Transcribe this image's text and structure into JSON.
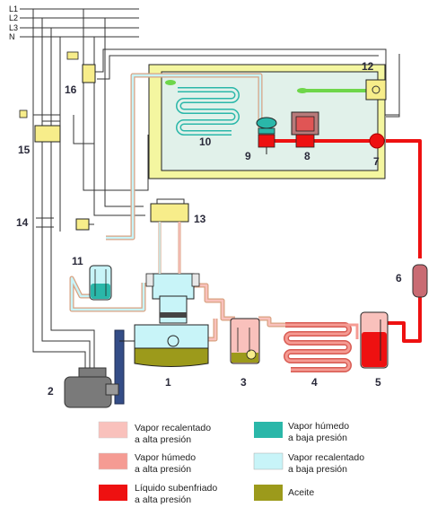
{
  "line_labels": [
    "L1",
    "L2",
    "L3",
    "N"
  ],
  "component_numbers": [
    "1",
    "2",
    "3",
    "4",
    "5",
    "6",
    "7",
    "8",
    "9",
    "10",
    "11",
    "12",
    "13",
    "14",
    "15",
    "16"
  ],
  "legend": [
    {
      "line1": "Vapor recalentado",
      "line2": "a alta presión",
      "color": "#f9c1bc"
    },
    {
      "line1": "Vapor húmedo",
      "line2": "a alta presión",
      "color": "#f59b93"
    },
    {
      "line1": "Líquido subenfriado",
      "line2": "a alta presión",
      "color": "#ee1111"
    },
    {
      "line1": "Vapor húmedo",
      "line2": "a baja presión",
      "color": "#2ab7a9"
    },
    {
      "line1": "Vapor recalentado",
      "line2": "a baja presión",
      "color": "#c8f4f8"
    },
    {
      "line1": "Aceite",
      "line2": "",
      "color": "#9c9a1b"
    }
  ],
  "colors": {
    "superheated_high": "#f9c1bc",
    "wet_high": "#f59b93",
    "subcooled_liquid": "#ee1111",
    "wet_low": "#2ab7a9",
    "superheated_low": "#c8f4f8",
    "oil": "#9c9a1b",
    "cold_room_frame": "#f4f6a0",
    "cold_room_inner": "#e1f1ea",
    "wiring": "#333333"
  }
}
